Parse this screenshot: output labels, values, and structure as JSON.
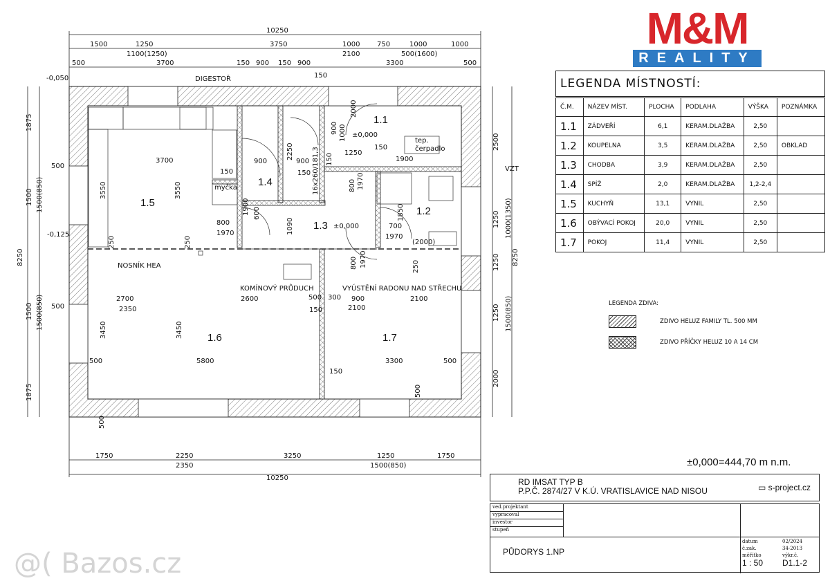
{
  "brand": {
    "logo_top": "M&M",
    "logo_bottom": "REALITY",
    "red": "#d8262b",
    "blue": "#2e7bc4"
  },
  "plan": {
    "rooms": [
      "1.1",
      "1.2",
      "1.3",
      "1.4",
      "1.5",
      "1.6",
      "1.7"
    ],
    "labels": [
      "10250",
      "1500",
      "1250",
      "3750",
      "1000",
      "750",
      "1000",
      "1000",
      "1100(1250)",
      "2100",
      "500(1600)",
      "500",
      "3700",
      "150",
      "900",
      "150",
      "900",
      "3300",
      "500",
      "150",
      "1750",
      "2250",
      "3250",
      "1250",
      "1750",
      "2350",
      "1500(850)",
      "10250",
      "500",
      "1875",
      "1500",
      "1500(850)",
      "8250",
      "1500",
      "1500(850)",
      "1875",
      "500",
      "500",
      "3550",
      "3450",
      "2500",
      "1250",
      "1000(1350)",
      "8250",
      "1250",
      "1250",
      "1500(850)",
      "2000",
      "3700",
      "3550",
      "800",
      "1970",
      "900",
      "900",
      "150",
      "150",
      "1250",
      "150",
      "1900",
      "1090",
      "700",
      "1970",
      "(2000)",
      "250",
      "250",
      "2700",
      "2350",
      "2600",
      "500",
      "300",
      "900",
      "2100",
      "2100",
      "150",
      "3450",
      "5800",
      "3300",
      "500",
      "500",
      "150",
      "500",
      "800",
      "1970",
      "250",
      "1850",
      "800",
      "1970",
      "1900",
      "600",
      "2000",
      "900",
      "1000",
      "2250",
      "150",
      "DIGESTOŘ",
      "-0,050",
      "-0,125",
      "VZT",
      "±0,000",
      "±0,000",
      "tep.",
      "čerpadlo",
      "myčka",
      "NOSNÍK HEA",
      "KOMÍNOVÝ PRŮDUCH",
      "VYÚSTĚNÍ RADONU NAD STŘECHU",
      "16x260/181,3"
    ]
  },
  "room_legend": {
    "title": "LEGENDA MÍSTNOSTÍ:",
    "columns": [
      "Č.M.",
      "NÁZEV MÍST.",
      "PLOCHA",
      "PODLAHA",
      "VÝŠKA",
      "POZNÁMKA"
    ],
    "rows": [
      [
        "1.1",
        "ZÁDVEŘÍ",
        "6,1",
        "KERAM.DLAŽBA",
        "2,50",
        ""
      ],
      [
        "1.2",
        "KOUPELNA",
        "3,5",
        "KERAM.DLAŽBA",
        "2,50",
        "OBKLAD"
      ],
      [
        "1.3",
        "CHODBA",
        "3,9",
        "KERAM.DLAŽBA",
        "2,50",
        ""
      ],
      [
        "1.4",
        "SPÍŽ",
        "2,0",
        "KERAM.DLAŽBA",
        "1,2-2,4",
        ""
      ],
      [
        "1.5",
        "KUCHYŇ",
        "13,1",
        "VYNIL",
        "2,50",
        ""
      ],
      [
        "1.6",
        "OBÝVACÍ POKOJ",
        "20,0",
        "VYNIL",
        "2,50",
        ""
      ],
      [
        "1.7",
        "POKOJ",
        "11,4",
        "VYNIL",
        "2,50",
        ""
      ]
    ]
  },
  "wall_legend": {
    "title": "LEGENDA ZDIVA:",
    "items": [
      "ZDIVO HELUZ FAMILY TL. 500 MM",
      "ZDIVO PŘÍČKY HELUZ 10 A 14 CM"
    ]
  },
  "elevation": "±0,000=444,70 m n.m.",
  "title_block": {
    "project_line1": "RD IMSAT TYP B",
    "project_line2": "P.P.Č. 2874/27 V K.Ú. VRATISLAVICE NAD NISOU",
    "company": "s-project.cz",
    "roles": [
      "ved.projektant",
      "vypracoval",
      "investor",
      "stupeň"
    ],
    "drawing": "PŮDORYS 1.NP",
    "datum_label": "datum",
    "datum": "02/2024",
    "zak_label": "č.zak.",
    "zak": "34-2013",
    "scale_label": "měřítko",
    "scale": "1 : 50",
    "sheet_label": "výkr.č.",
    "sheet": "D1.1-2"
  },
  "watermark": "@( Bazos.cz"
}
